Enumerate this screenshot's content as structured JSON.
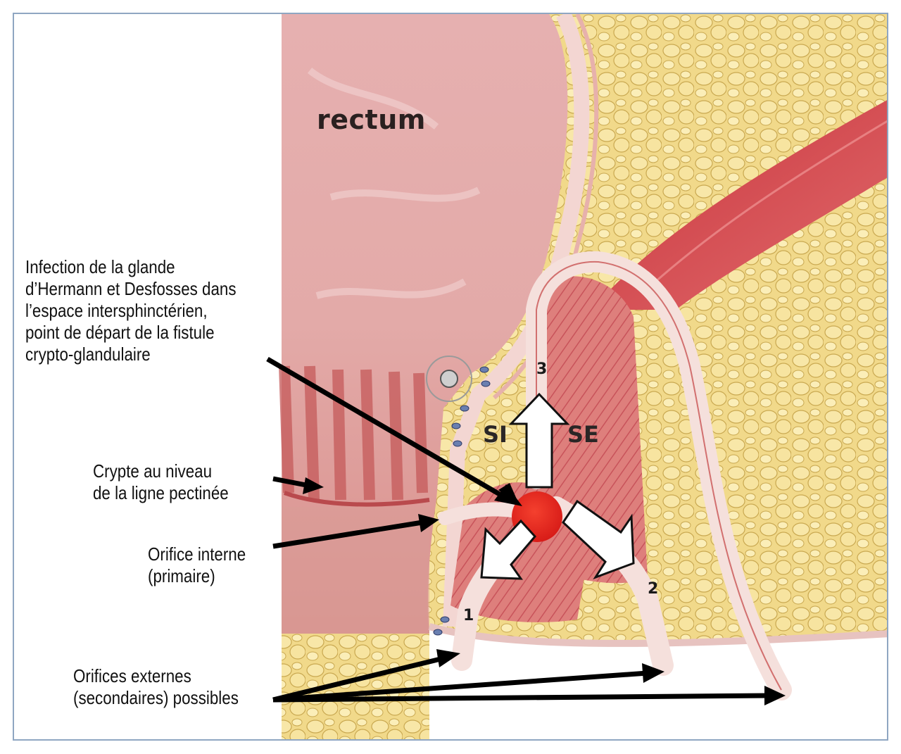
{
  "figure": {
    "rectum_label": "rectum",
    "labels": {
      "infection": [
        "Infection de la glande",
        "d’Hermann et Desfosses dans",
        "l’espace intersphinctérien,",
        "point de départ de la fistule",
        "crypto-glandulaire"
      ],
      "crypt": [
        "Crypte au niveau",
        "de la ligne pectinée"
      ],
      "internal_orifice": [
        "Orifice interne",
        "(primaire)"
      ],
      "external_orifices": [
        "Orifices externes",
        "(secondaires) possibles"
      ]
    },
    "path_numbers": [
      "1",
      "2",
      "3"
    ],
    "sphincter_labels": {
      "internal": "SI",
      "external": "SE"
    },
    "colors": {
      "frame_border": "#8fa6c2",
      "rectum_tissue": "#e8b4b4",
      "muscle": "#d04a50",
      "fat": "#f0d890",
      "abscess": "#e0221c",
      "arrow": "#000000"
    }
  }
}
